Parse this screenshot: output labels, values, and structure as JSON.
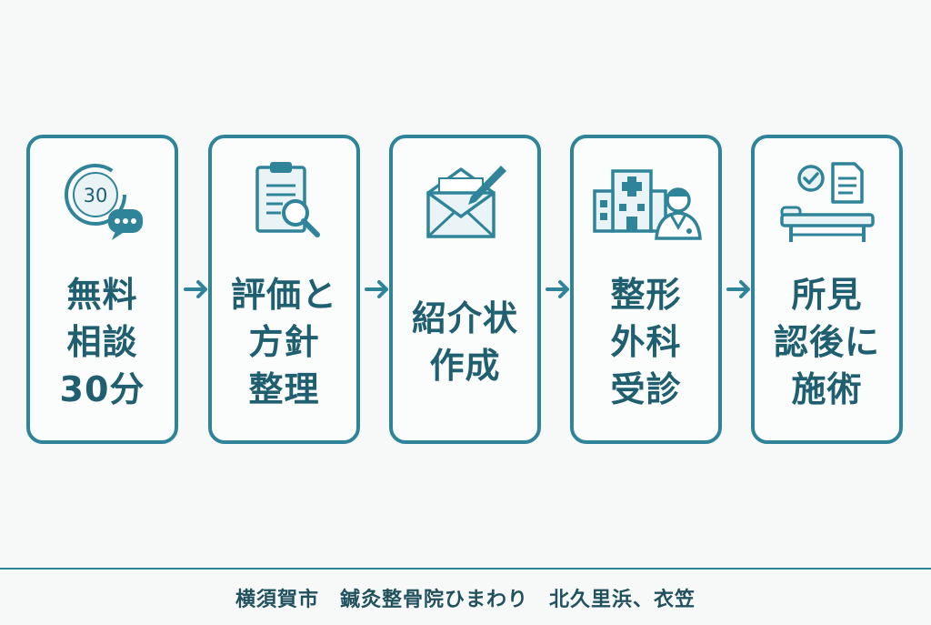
{
  "steps": [
    {
      "id": "free-consult",
      "icon": "clock-chat-icon",
      "lines": [
        "無料",
        "相談",
        "30分"
      ],
      "icon_text": "30"
    },
    {
      "id": "assessment",
      "icon": "clipboard-magnifier-icon",
      "lines": [
        "評価と",
        "方針",
        "整理"
      ]
    },
    {
      "id": "referral",
      "icon": "envelope-pen-icon",
      "lines": [
        "紹介状",
        "作成"
      ]
    },
    {
      "id": "orthopedic",
      "icon": "hospital-doctor-icon",
      "lines": [
        "整形",
        "外科",
        "受診"
      ]
    },
    {
      "id": "treatment",
      "icon": "treatment-table-icon",
      "lines": [
        "所見",
        "認後に",
        "施術"
      ]
    }
  ],
  "arrow_icon": "arrow-right-icon",
  "footer": {
    "text": "横須賀市　鍼灸整骨院ひまわり　北久里浜、衣笠"
  },
  "colors": {
    "accent": "#2f8499",
    "text": "#1f5f70",
    "background": "#f7f9f9"
  }
}
